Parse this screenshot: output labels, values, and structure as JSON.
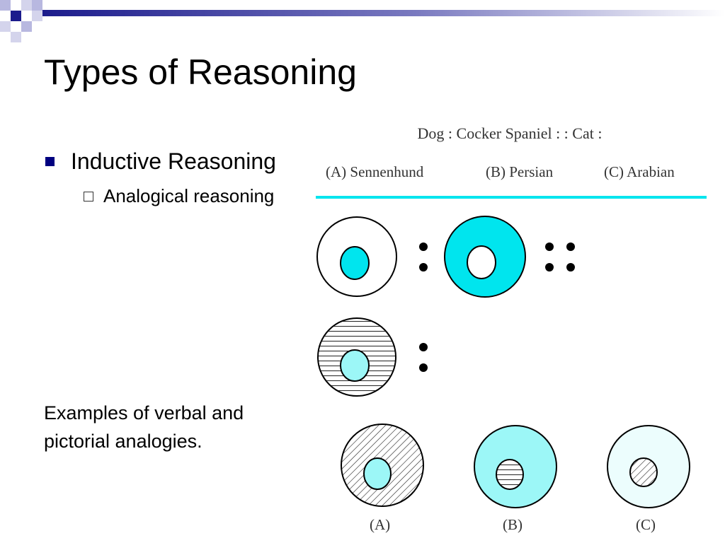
{
  "slide": {
    "title": "Types of Reasoning",
    "bullet": "Inductive Reasoning",
    "sub_bullet": "Analogical reasoning",
    "note": "Examples of verbal and pictorial analogies."
  },
  "verbal_analogy": {
    "question": "Dog : Cocker Spaniel : : Cat :",
    "options": [
      "(A) Sennenhund",
      "(B) Persian",
      "(C) Arabian"
    ]
  },
  "pictorial_analogy": {
    "choice_labels": [
      "(A)",
      "(B)",
      "(C)"
    ]
  },
  "colors": {
    "accent": "#00e5ee",
    "fill_cyan": "#00e5ee",
    "fill_light_cyan": "#9cf7f7",
    "fill_pale_cyan": "#ecfdfd",
    "bullet_navy": "#000080",
    "deco_navy": "#1c1c8c",
    "deco_light": "#b8b8e0"
  }
}
